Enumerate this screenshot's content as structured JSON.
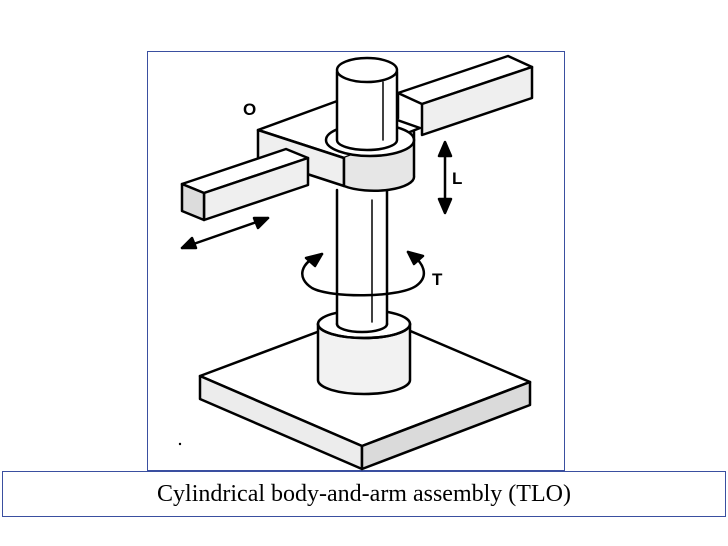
{
  "diagram": {
    "labels": {
      "o": "O",
      "l": "L",
      "t": "T"
    },
    "caption": "Cylindrical body-and-arm assembly (TLO)"
  },
  "colors": {
    "frame_border": "#3a4fa0",
    "ink": "#000000",
    "background": "#ffffff"
  }
}
